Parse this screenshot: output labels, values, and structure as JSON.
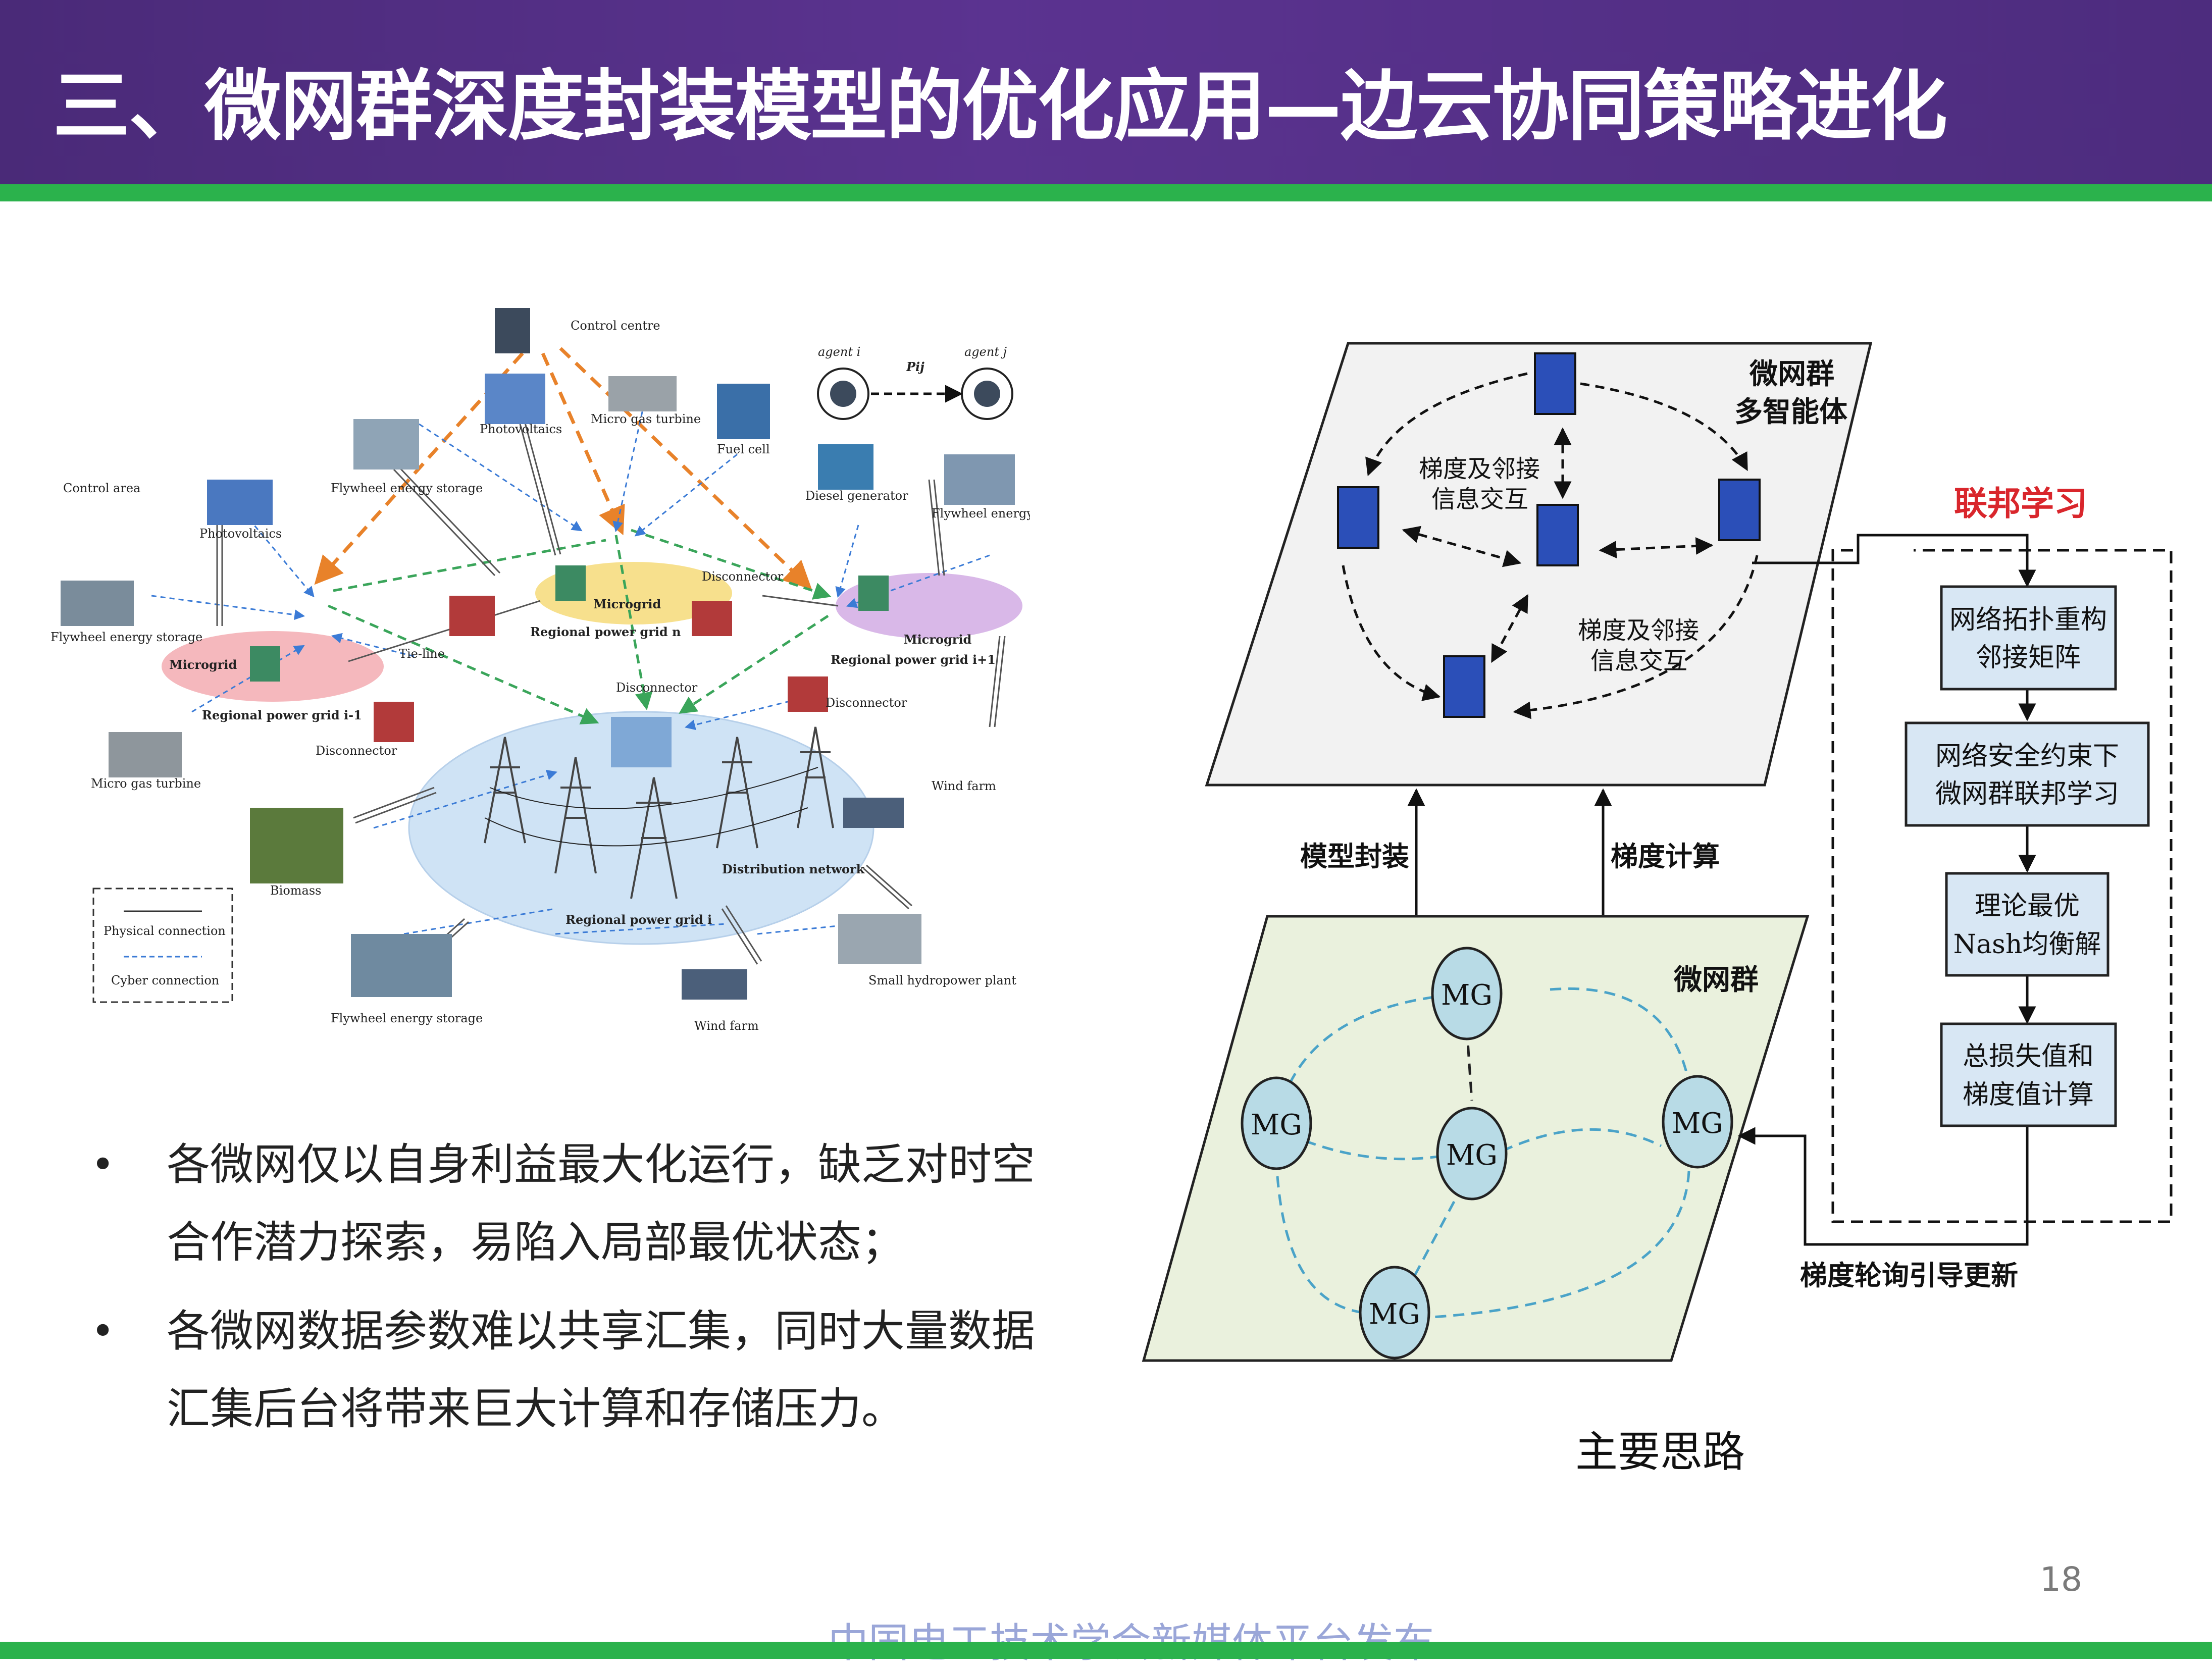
{
  "title": "三、微网群深度封装模型的优化应用—边云协同策略进化",
  "page_number": "18",
  "footer_note": "中国电工技术学会新媒体平台发布",
  "left_diagram": {
    "labels": {
      "control_centre": "Control centre",
      "agent_i": "agent i",
      "agent_j": "agent j",
      "pij": "Pij",
      "photovoltaics_top": "Photovoltaics",
      "micro_gas_turbine_top": "Micro gas turbine",
      "fuel_cell": "Fuel cell",
      "flywheel_top_left": "Flywheel energy storage",
      "diesel_generator": "Diesel generator",
      "flywheel_top_right": "Flywheel energy storage",
      "control_area": "Control area",
      "photovoltaics_left": "Photovoltaics",
      "disconnector_top": "Disconnector",
      "flywheel_left": "Flywheel energy storage",
      "microgrid": "Microgrid",
      "regional_grid_i1": "Regional power grid i-1",
      "regional_grid_n": "Regional power grid n",
      "regional_grid_i2": "Regional power grid i+1",
      "tie_line": "Tie-line",
      "disconnector_mid": "Disconnector",
      "disconnector_right": "Disconnector",
      "disconnector_left": "Disconnector",
      "micro_gas_turbine_left": "Micro gas turbine",
      "wind_farm_right": "Wind farm",
      "biomass": "Biomass",
      "distribution_network": "Distribution network",
      "regional_grid_i": "Regional power grid i",
      "physical_connection": "Physical connection",
      "cyber_connection": "Cyber connection",
      "flywheel_bottom": "Flywheel energy storage",
      "wind_farm_bottom": "Wind farm",
      "small_hydro": "Small hydropower plant"
    }
  },
  "bullets": [
    "各微网仅以自身利益最大化运行，缺乏对时空合作潜力探索，易陷入局部最优状态；",
    "各微网数据参数难以共享汇集，同时大量数据汇集后台将带来巨大计算和存储压力。"
  ],
  "right_diagram": {
    "upper_plane_title_1": "微网群",
    "upper_plane_title_2": "多智能体",
    "exchange_label_1a": "梯度及邻接",
    "exchange_label_1b": "信息交互",
    "exchange_label_2a": "梯度及邻接",
    "exchange_label_2b": "信息交互",
    "federated_label": "联邦学习",
    "process_boxes": [
      {
        "line1": "网络拓扑重构",
        "line2": "邻接矩阵"
      },
      {
        "line1": "网络安全约束下",
        "line2": "微网群联邦学习"
      },
      {
        "line1": "理论最优",
        "line2": "Nash均衡解"
      },
      {
        "line1": "总损失值和",
        "line2": "梯度值计算"
      }
    ],
    "arrow_label_left": "模型封装",
    "arrow_label_right": "梯度计算",
    "lower_plane_title": "微网群",
    "mg_nodes": [
      "MG",
      "MG",
      "MG",
      "MG",
      "MG"
    ],
    "update_label": "梯度轮询引导更新",
    "caption": "主要思路"
  },
  "colors": {
    "header": "#4f2d82",
    "accent_green": "#2bb24c",
    "federated_red": "#d9262c",
    "box_fill": "#d8e7f4",
    "mg_fill": "#b8dbe6",
    "lower_plane": "#eaf1dd",
    "upper_plane": "#f2f2f2"
  }
}
